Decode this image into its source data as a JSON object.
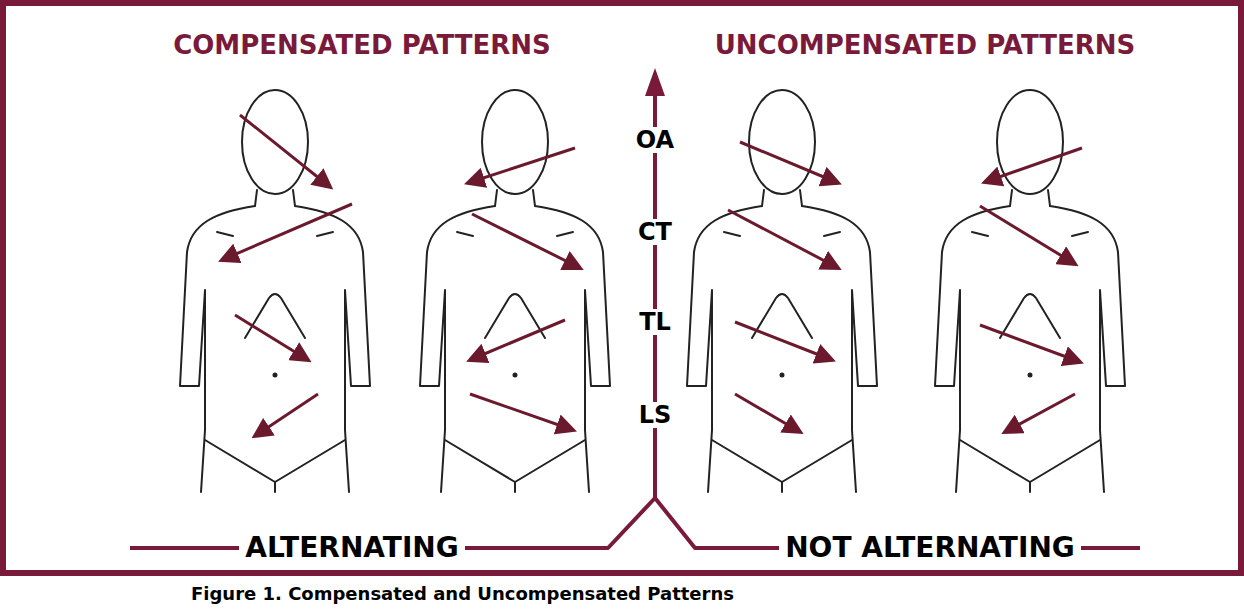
{
  "diagram": {
    "caption": "Figure 1. Compensated and Uncompensated Patterns",
    "labels": [
      "COMPENSATED PATTERNS",
      "UNCOMPENSATED PATTERNS",
      "OA",
      "CT",
      "TL",
      "LS",
      "ALTERNATING",
      "NOT ALTERNATING"
    ]
  }
}
